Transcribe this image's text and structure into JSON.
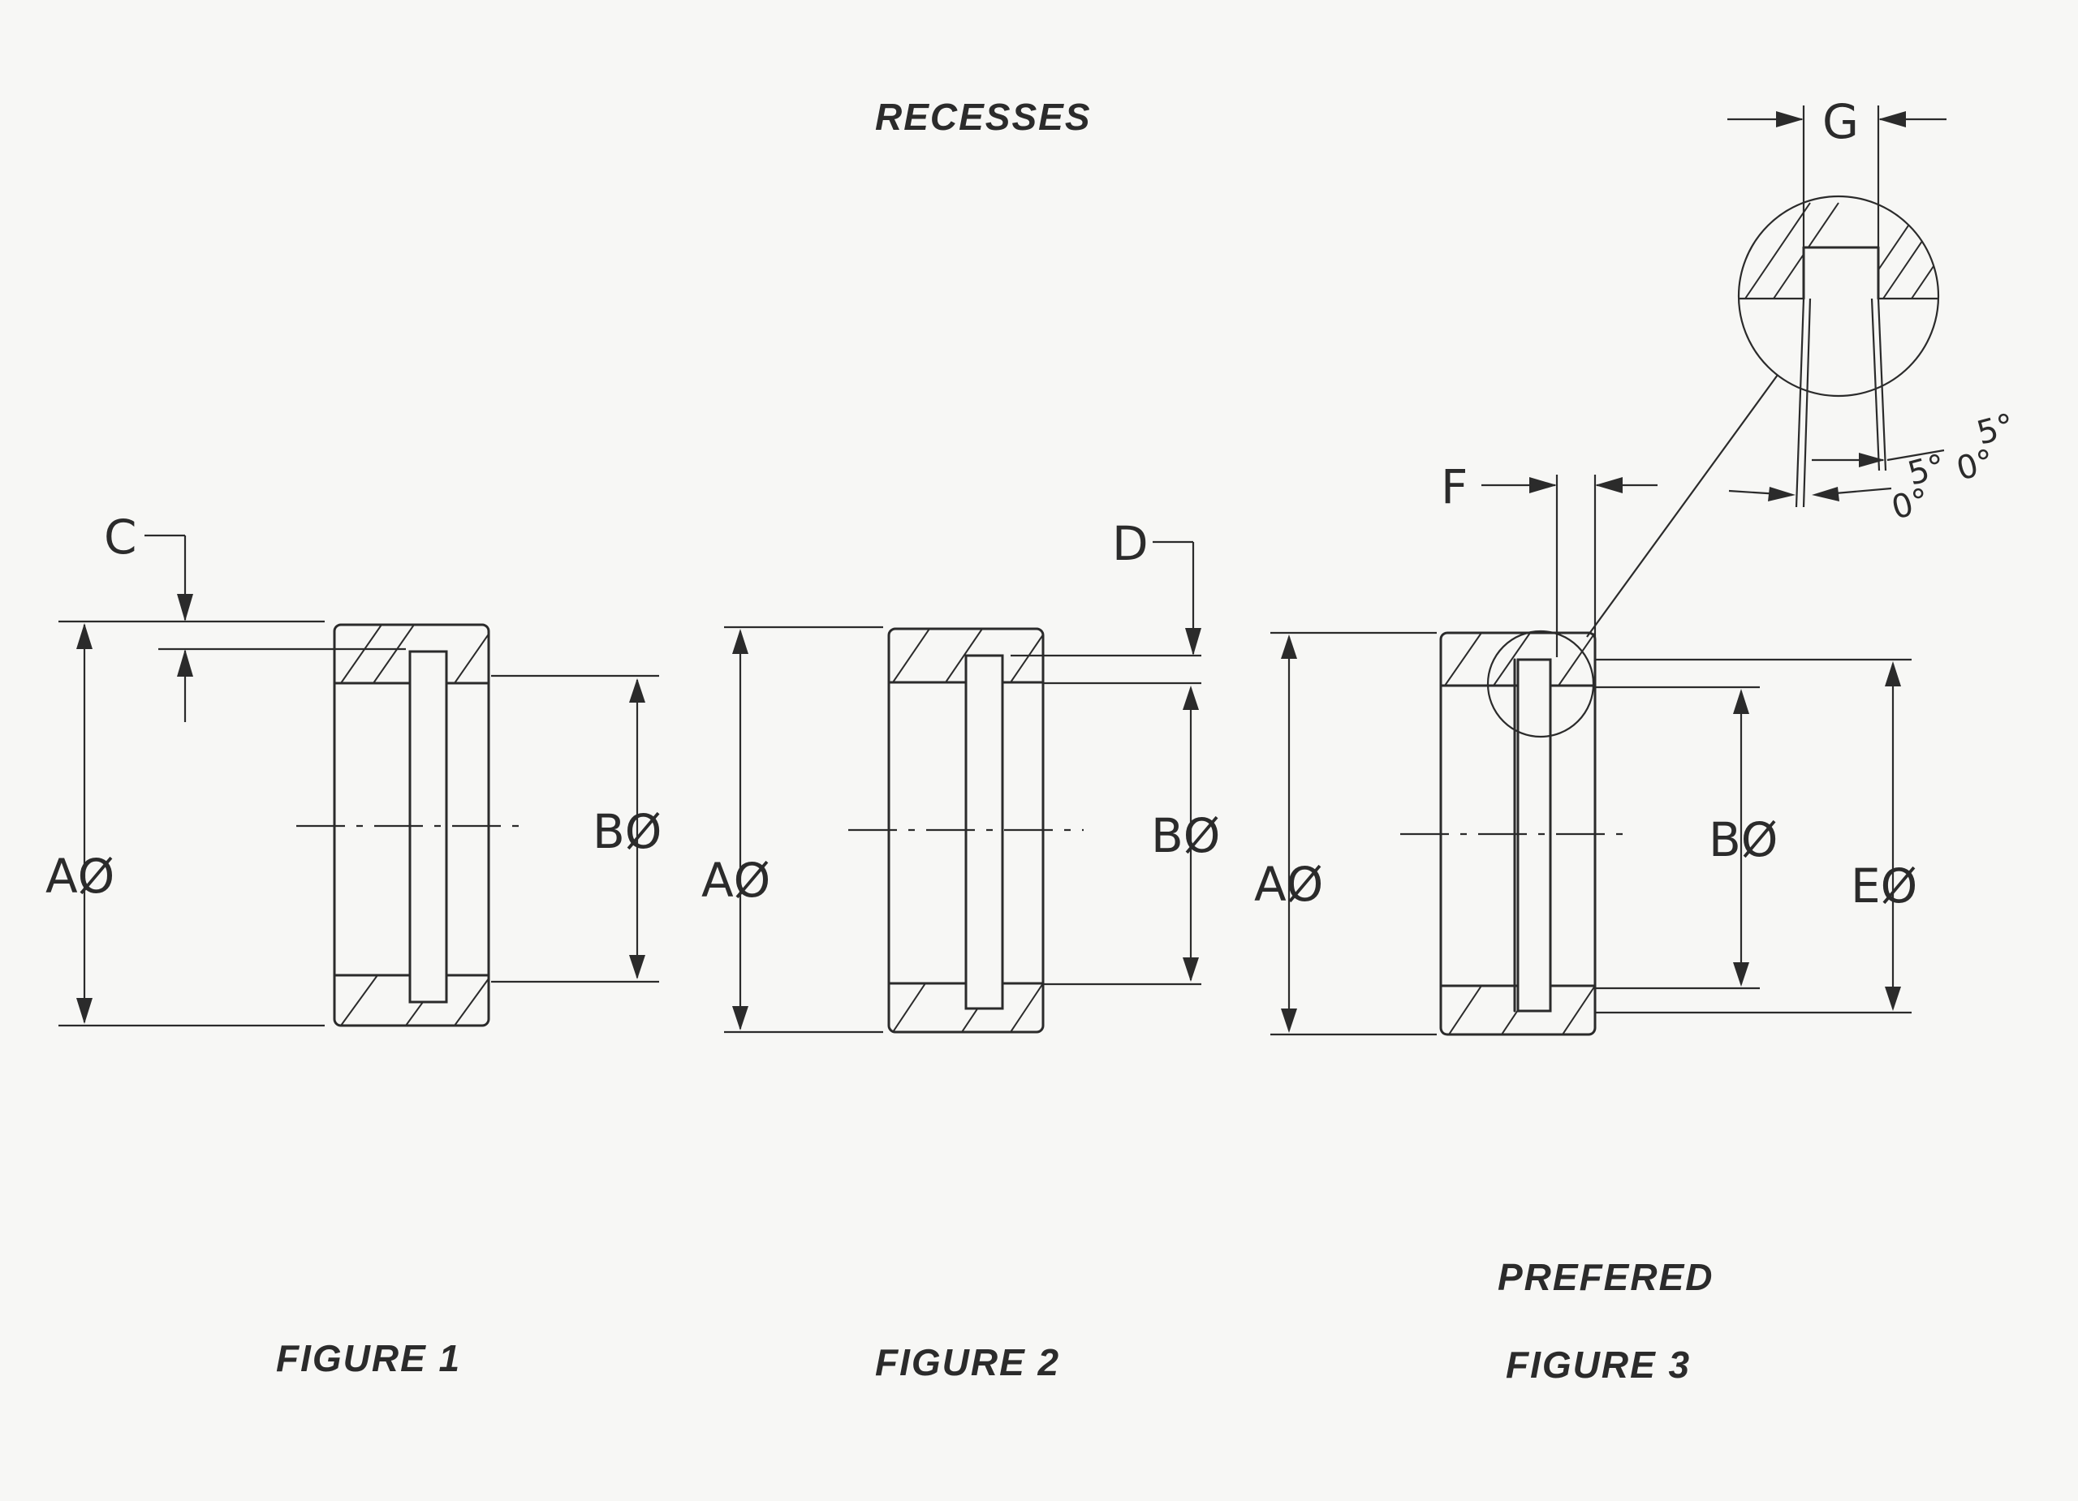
{
  "title": "RECESSES",
  "figures": [
    {
      "caption": "FIGURE 1",
      "labels": {
        "a": "AØ",
        "b": "BØ",
        "c": "C"
      }
    },
    {
      "caption": "FIGURE 2",
      "labels": {
        "a": "AØ",
        "b": "BØ",
        "d": "D"
      }
    },
    {
      "caption": "FIGURE 3",
      "note": "PREFERED",
      "labels": {
        "a": "AØ",
        "b": "BØ",
        "e": "EØ",
        "f": "F",
        "g": "G",
        "angle1": "5°",
        "angle2": "0°",
        "angle3": "5°",
        "angle4": "0°"
      }
    }
  ]
}
